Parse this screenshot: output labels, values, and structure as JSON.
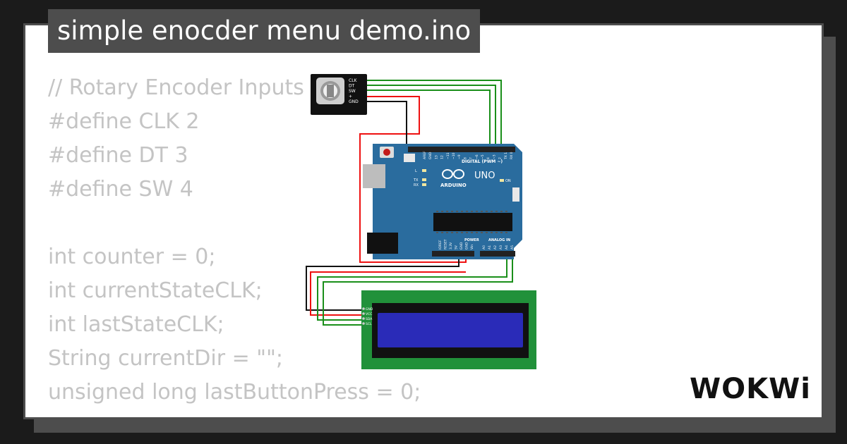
{
  "header": {
    "title": "simple enocder menu demo.ino"
  },
  "code_lines": [
    "// Rotary Encoder Inputs",
    "#define CLK 2",
    "#define DT 3",
    "#define SW 4",
    "",
    "int counter = 0;",
    "int currentStateCLK;",
    "int lastStateCLK;",
    "String currentDir = \"\";",
    "unsigned long lastButtonPress = 0;"
  ],
  "encoder": {
    "pins": [
      "CLK",
      "DT",
      "SW",
      "+",
      "GND"
    ]
  },
  "arduino": {
    "brand": "ARDUINO",
    "model": "UNO",
    "digital_label": "DIGITAL (PWM ~)",
    "power_label": "POWER",
    "analog_label": "ANALOG IN",
    "led_l": "L",
    "led_tx": "TX",
    "led_rx": "RX",
    "led_on": "ON",
    "digital_pins": [
      "AREF",
      "GND",
      "13",
      "12",
      "~11",
      "~10",
      "~9",
      "8",
      "7",
      "~6",
      "~5",
      "4",
      "~3",
      "2",
      "TX 1",
      "RX 0"
    ],
    "power_pins": [
      "IOREF",
      "RESET",
      "3.3V",
      "5V",
      "GND",
      "GND",
      "Vin"
    ],
    "analog_pins": [
      "A0",
      "A1",
      "A2",
      "A3",
      "A4",
      "A5"
    ]
  },
  "lcd": {
    "pins": [
      "GND",
      "VCC",
      "SDA",
      "SCL"
    ]
  },
  "colors": {
    "wire_green": "#1a8f1a",
    "wire_red": "#e11",
    "wire_black": "#111",
    "board": "#2a6c9e",
    "lcd_bezel": "#21913a",
    "lcd_screen": "#2a2bb8"
  },
  "logo": {
    "text": "WOKWi"
  }
}
